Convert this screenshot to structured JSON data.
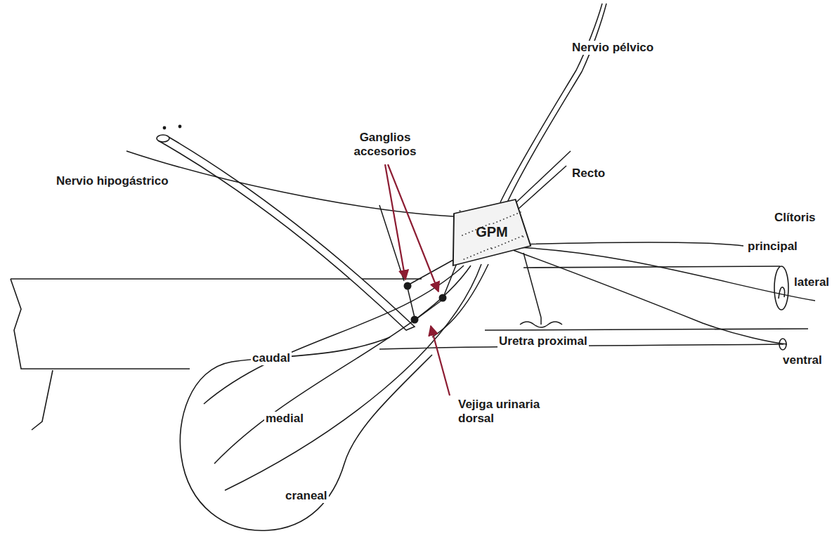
{
  "diagram": {
    "nodes": [
      {
        "text": [
          "GPM"
        ]
      }
    ],
    "labels": [
      "Nervio pélvico",
      "Ganglios accesorios",
      "Recto",
      "Nervio hipogástrico",
      "Clítoris",
      "principal",
      "lateral",
      "ventral",
      "caudal",
      "medial",
      "craneal",
      "Uretra proximal",
      "Vejiga urinaria dorsal"
    ]
  }
}
